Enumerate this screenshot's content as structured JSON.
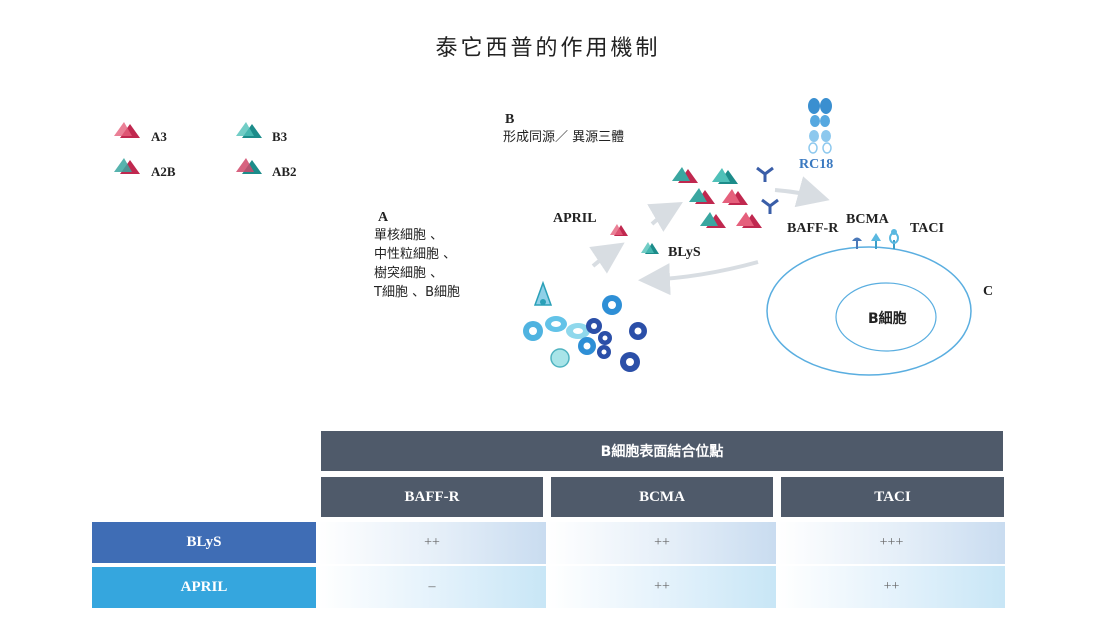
{
  "title": "泰它西普的作用機制",
  "legend": [
    {
      "label": "A3",
      "colors": [
        "#c0284f",
        "#e5607c"
      ]
    },
    {
      "label": "B3",
      "colors": [
        "#1c8c8a",
        "#4fc0b8"
      ]
    },
    {
      "label": "A2B",
      "colors": [
        "#c0284f",
        "#3aa6a0"
      ]
    },
    {
      "label": "AB2",
      "colors": [
        "#1c8c8a",
        "#d0486a"
      ]
    }
  ],
  "labels": {
    "b_letter": "B",
    "b_desc": "形成同源／ 異源三體",
    "a_letter": "A",
    "a_lines": [
      "單核細胞 、",
      "中性粒細胞 、",
      "樹突細胞 、",
      "T細胞 、B細胞"
    ],
    "april": "APRIL",
    "blys": "BLyS",
    "rc18": "RC18",
    "baffr": "BAFF-R",
    "bcma": "BCMA",
    "taci": "TACI",
    "c_letter": "C",
    "bcell": "B細胞"
  },
  "colors": {
    "pink": "#c0284f",
    "teal": "#1c8c8a",
    "rc18_blue": "#3a79c0",
    "cell_outline": "#5aaee0",
    "header_gray": "#4f5a6a",
    "blys_row": "#3f6db5",
    "april_row": "#35a6de"
  },
  "table": {
    "header": "B細胞表面結合位點",
    "columns": [
      "BAFF-R",
      "BCMA",
      "TACI"
    ],
    "rows": [
      {
        "name": "BLyS",
        "values": [
          "++",
          "++",
          "+++"
        ]
      },
      {
        "name": "APRIL",
        "values": [
          "–",
          "++",
          "++"
        ]
      }
    ]
  }
}
